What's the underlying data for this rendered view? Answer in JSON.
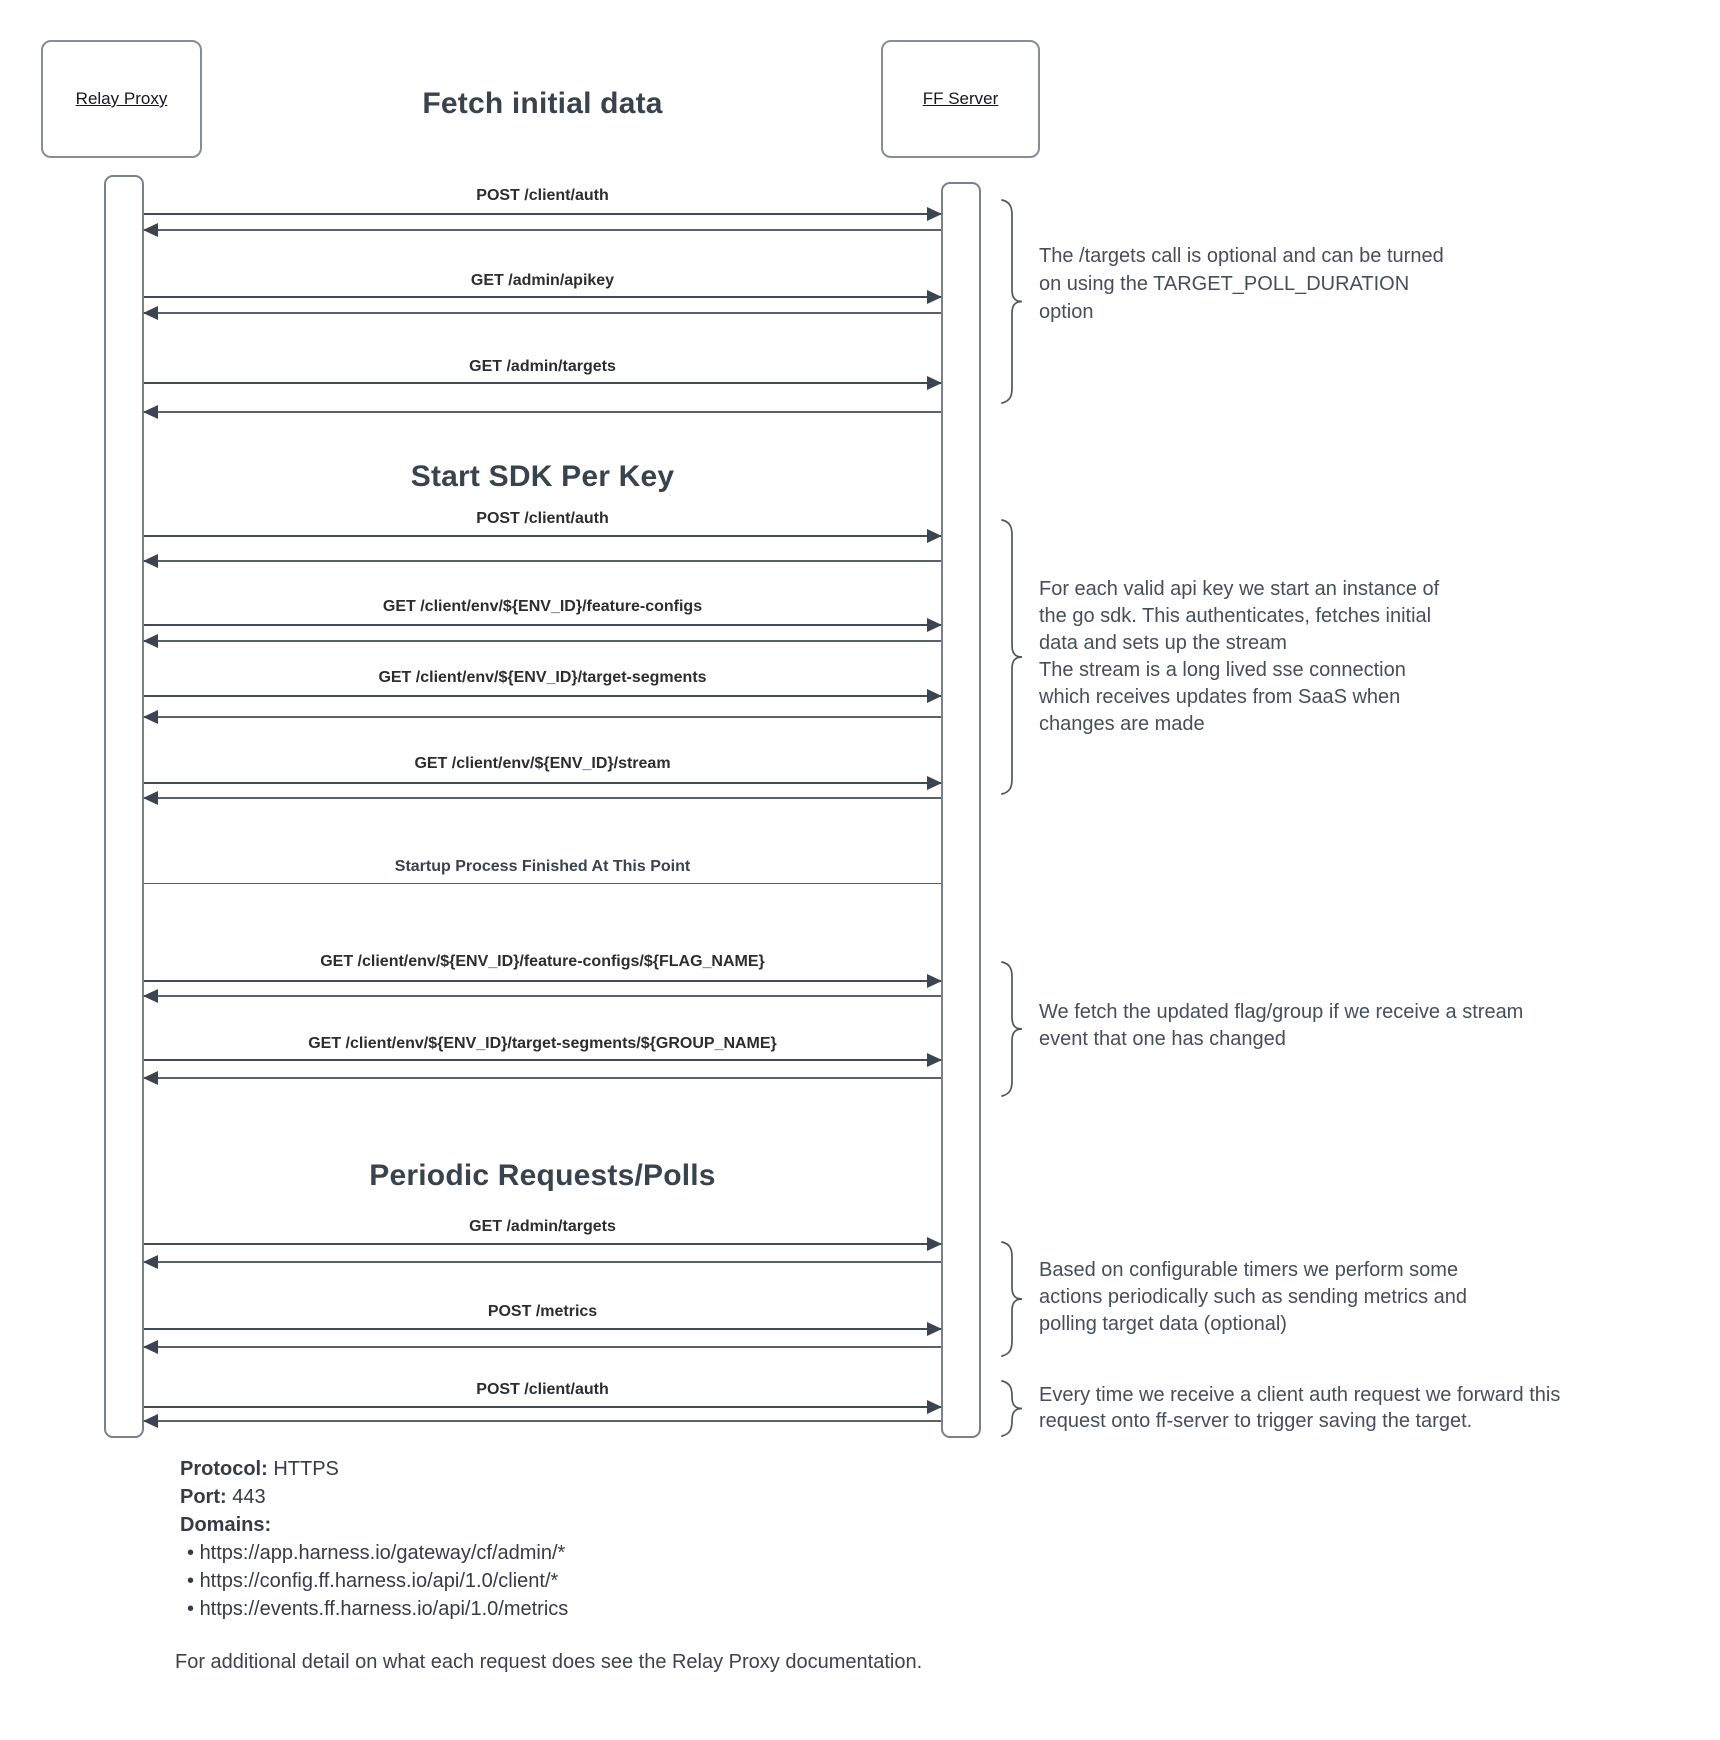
{
  "actors": {
    "left": "Relay Proxy",
    "right": "FF Server"
  },
  "sections": {
    "fetch_initial": "Fetch initial data",
    "start_sdk": "Start SDK Per Key",
    "periodic": "Periodic Requests/Polls"
  },
  "separator": {
    "label": "Startup Process Finished At This Point",
    "color": "#c0392b"
  },
  "messages": [
    {
      "label": "POST /client/auth"
    },
    {
      "label": "GET /admin/apikey"
    },
    {
      "label": "GET /admin/targets"
    },
    {
      "label": "POST /client/auth"
    },
    {
      "label": "GET /client/env/${ENV_ID}/feature-configs"
    },
    {
      "label": "GET /client/env/${ENV_ID}/target-segments"
    },
    {
      "label": "GET /client/env/${ENV_ID}/stream"
    },
    {
      "label": "GET /client/env/${ENV_ID}/feature-configs/${FLAG_NAME}"
    },
    {
      "label": "GET /client/env/${ENV_ID}/target-segments/${GROUP_NAME}"
    },
    {
      "label": "GET /admin/targets"
    },
    {
      "label": "POST /metrics"
    },
    {
      "label": "POST /client/auth"
    }
  ],
  "annotations": [
    {
      "lines": [
        "The /targets call is optional and can be turned",
        "on using the TARGET_POLL_DURATION",
        "option"
      ]
    },
    {
      "lines": [
        "For each valid api key we start an instance of",
        "the go sdk. This authenticates, fetches initial",
        "data and sets up the stream",
        "The stream is a long lived sse connection",
        "which receives updates from SaaS when",
        "changes are made"
      ]
    },
    {
      "lines": [
        "We fetch the updated flag/group if we receive a stream",
        "event that one has changed"
      ]
    },
    {
      "lines": [
        "Based on configurable timers we perform some",
        "actions periodically such as sending metrics and",
        "polling target data (optional)"
      ]
    },
    {
      "lines": [
        "Every time we receive a client auth request we forward this",
        "request onto ff-server to trigger saving the target."
      ]
    }
  ],
  "footer": {
    "protocol_label": "Protocol:",
    "protocol_value": "HTTPS",
    "port_label": "Port:",
    "port_value": "443",
    "domains_label": "Domains:",
    "domains": [
      "https://app.harness.io/gateway/cf/admin/*",
      "https://config.ff.harness.io/api/1.0/client/*",
      "https://events.ff.harness.io/api/1.0/metrics"
    ],
    "note": "For additional detail on what each request does see the Relay Proxy documentation."
  },
  "colors": {
    "separator_red": "#c0392b",
    "line": "#434b57",
    "text_dark": "#2d2d2d",
    "annotation_text": "#454f5b",
    "border_gray": "#878d96"
  }
}
